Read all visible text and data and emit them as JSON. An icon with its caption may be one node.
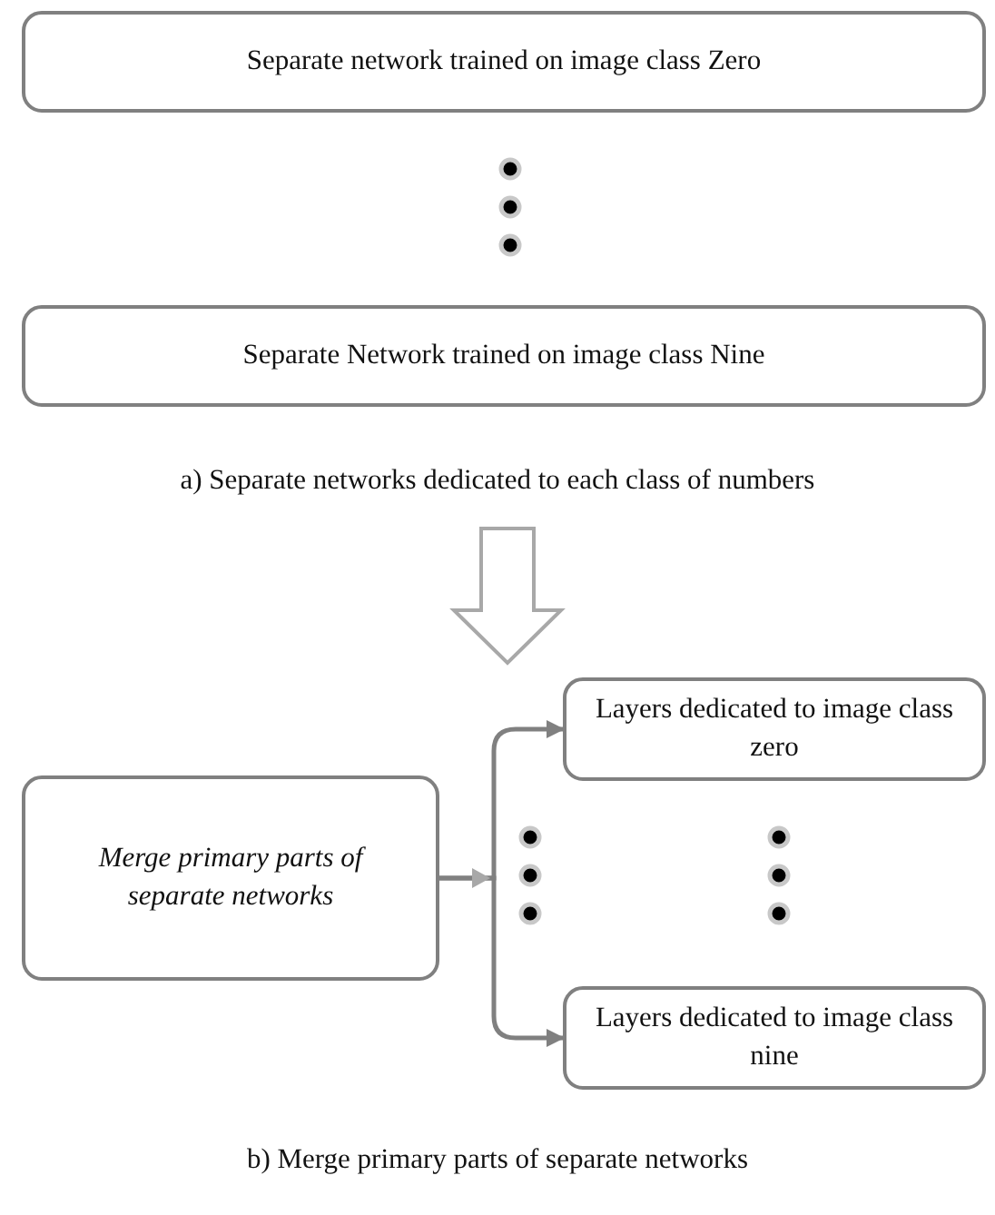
{
  "diagram": {
    "nodes": [
      {
        "text": [
          "Separate network trained on image class Zero"
        ]
      },
      {
        "text": [
          "Separate Network trained on image class Nine"
        ]
      },
      {
        "text": [
          "Merge primary parts of separate networks"
        ]
      },
      {
        "text": [
          "Layers dedicated to image class zero"
        ]
      },
      {
        "text": [
          "Layers dedicated to image class nine"
        ]
      }
    ],
    "edges": [
      {
        "from": 2,
        "to": 3,
        "arrow": "to"
      },
      {
        "from": 2,
        "to": 4,
        "arrow": "to"
      }
    ],
    "labels": [
      "a) Separate networks dedicated to each class of numbers",
      "b) Merge primary parts of separate networks"
    ]
  }
}
